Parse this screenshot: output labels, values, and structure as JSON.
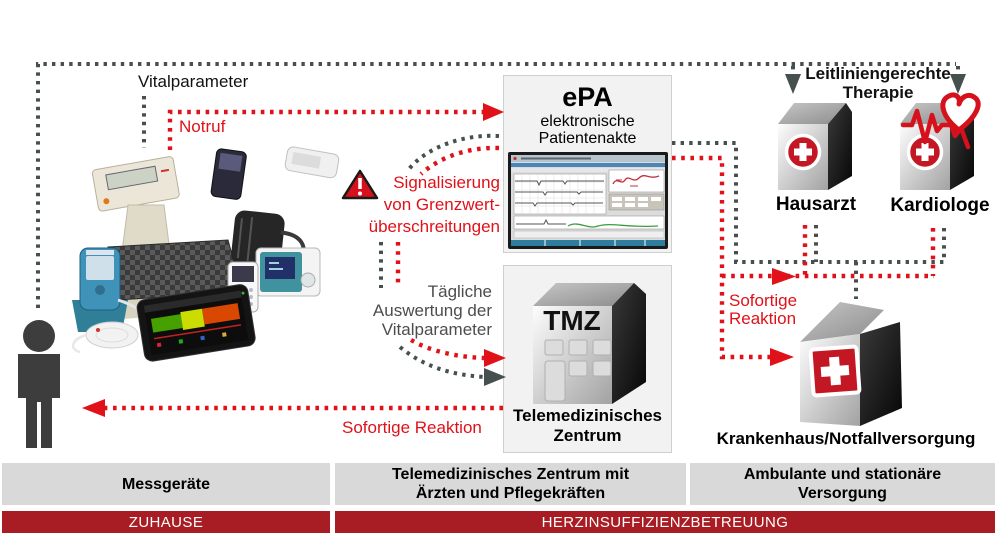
{
  "labels": {
    "vitalparameter": "Vitalparameter",
    "notruf": "Notruf",
    "signalisierung": "Signalisierung\nvon Grenzwert-\nüberschreitungen",
    "taegliche_auswertung": "Tägliche\nAuswertung der\nVitalparameter",
    "sofortige_reaktion_hospital": "Sofortige\nReaktion",
    "sofortige_reaktion_home": "Sofortige Reaktion",
    "leitlinien_therapie": "Leitliniengerechte\nTherapie"
  },
  "epa": {
    "title": "ePA",
    "subtitle": "elektronische\nPatientenakte"
  },
  "tmz": {
    "code": "TMZ",
    "label": "Telemedizinisches\nZentrum"
  },
  "providers": {
    "hausarzt": "Hausarzt",
    "kardiologe": "Kardiologe",
    "krankenhaus": "Krankenhaus/Notfallversorgung"
  },
  "columns": [
    {
      "header": "Messgeräte"
    },
    {
      "header": "Telemedizinisches Zentrum mit\nÄrzten und Pflegekräften"
    },
    {
      "header": "Ambulante und stationäre\nVersorgung"
    }
  ],
  "zones": [
    {
      "label": "ZUHAUSE"
    },
    {
      "label": "HERZINSUFFIZIENZBETREUUNG"
    }
  ],
  "icons": {
    "warning": "warning-triangle-icon",
    "heart": "heart-ekg-icon",
    "cross_circle": "medical-cross-circle-icon",
    "cross_square": "medical-cross-square-icon",
    "person": "patient-icon"
  },
  "colors": {
    "zone_red": "#a81c24",
    "arrow_red": "#e01119",
    "arrow_gray": "#46504f",
    "panel_bg": "#f2f2f2",
    "panel_border": "#cfcfcf",
    "header_gray": "#d9d9d9"
  }
}
